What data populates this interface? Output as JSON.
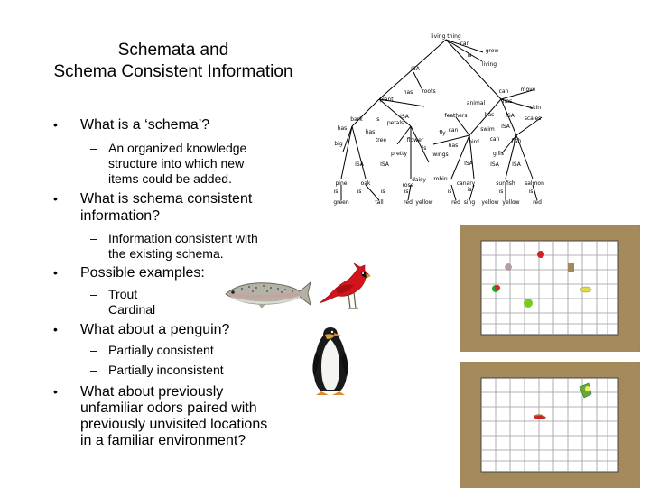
{
  "slide": {
    "title_line1": "Schemata and",
    "title_line2": "Schema Consistent Information",
    "bullets": [
      {
        "text": "What is a ‘schema’?",
        "subs": [
          {
            "lines": [
              "An organized knowledge",
              "structure into which new",
              "items could be added."
            ]
          }
        ]
      },
      {
        "text_lines": [
          "What is schema consistent",
          "information?"
        ],
        "subs": [
          {
            "lines": [
              "Information consistent with",
              "the existing schema."
            ]
          }
        ]
      },
      {
        "text": "Possible examples:",
        "subs": [
          {
            "lines": [
              "Trout",
              "Cardinal"
            ]
          }
        ]
      },
      {
        "text": "What about a penguin?",
        "subs": [
          {
            "lines": [
              "Partially consistent"
            ]
          },
          {
            "lines": [
              "Partially inconsistent"
            ]
          }
        ]
      },
      {
        "text_lines": [
          "What about previously",
          "unfamiliar odors paired with",
          "previously unvisited locations",
          "in a familiar environment?"
        ]
      }
    ]
  },
  "semantic_network": {
    "node_labels": [
      "living thing",
      "can",
      "grow",
      "is",
      "living",
      "ISA",
      "plant",
      "has",
      "roots",
      "can",
      "move",
      "animal",
      "has",
      "skin",
      "bark",
      "is",
      "petals",
      "feathers",
      "has",
      "ISA",
      "scales",
      "ISA",
      "has",
      "has",
      "fly",
      "can",
      "swim",
      "ISA",
      "big",
      "tree",
      "flower",
      "has",
      "bird",
      "can",
      "fish",
      "pretty",
      "is",
      "wings",
      "gills",
      "ISA",
      "ISA",
      "ISA",
      "ISA",
      "daisy",
      "robin",
      "ISA",
      "pine",
      "oak",
      "rose",
      "canary",
      "sunfish",
      "salmon",
      "is",
      "is",
      "is",
      "is",
      "is",
      "is",
      "is",
      "is",
      "green",
      "tall",
      "red",
      "yellow",
      "red",
      "sing",
      "yellow",
      "yellow",
      "red"
    ]
  },
  "illustrations": {
    "icons": [
      "trout-icon",
      "cardinal-icon",
      "penguin-icon",
      "maze-room-icon"
    ]
  },
  "colors": {
    "room_floor": "#a8c4e6",
    "room_wall": "#a4895a",
    "grid_line": "#9a9a9a"
  }
}
